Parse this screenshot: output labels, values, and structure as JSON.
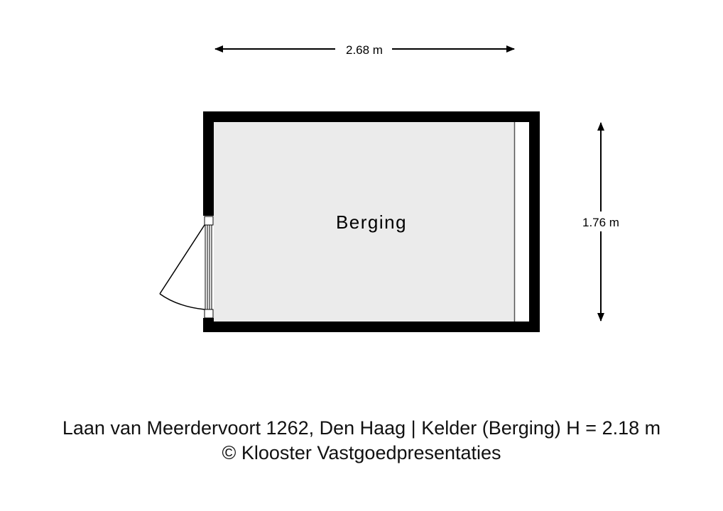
{
  "plan": {
    "room_label": "Berging",
    "width_label": "2.68 m",
    "depth_label": "1.76 m",
    "floor_color": "#ebebeb",
    "wall_color": "#000000"
  },
  "caption": {
    "line1": "Laan van Meerdervoort 1262, Den Haag | Kelder (Berging) H = 2.18 m",
    "line2": "© Klooster Vastgoedpresentaties"
  }
}
